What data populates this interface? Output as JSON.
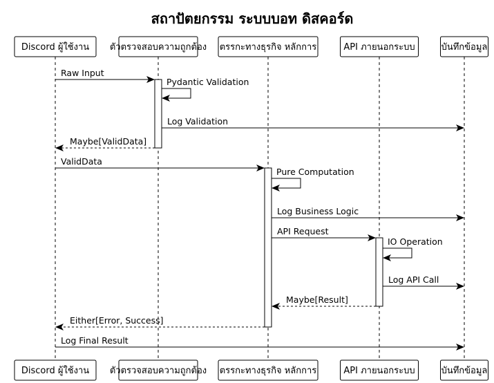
{
  "title": "สถาปัตยกรรม ระบบบอท ดิสคอร์ด",
  "participants": [
    {
      "id": "discord",
      "label": "Discord ผู้ใช้งาน"
    },
    {
      "id": "validator",
      "label": "ตัวตรวจสอบความถูกต้อง"
    },
    {
      "id": "logic",
      "label": "ตรรกะทางธุรกิจ หลักการ"
    },
    {
      "id": "api",
      "label": "API ภายนอกระบบ"
    },
    {
      "id": "logger",
      "label": "บันทึกข้อมูล"
    }
  ],
  "messages": [
    {
      "from": "discord",
      "to": "validator",
      "text": "Raw Input",
      "style": "solid"
    },
    {
      "from": "validator",
      "to": "validator",
      "text": "Pydantic Validation",
      "style": "self"
    },
    {
      "from": "validator",
      "to": "logger",
      "text": "Log Validation",
      "style": "solid"
    },
    {
      "from": "validator",
      "to": "discord",
      "text": "Maybe[ValidData]",
      "style": "dashed"
    },
    {
      "from": "discord",
      "to": "logic",
      "text": "ValidData",
      "style": "solid"
    },
    {
      "from": "logic",
      "to": "logic",
      "text": "Pure Computation",
      "style": "self"
    },
    {
      "from": "logic",
      "to": "logger",
      "text": "Log Business Logic",
      "style": "solid"
    },
    {
      "from": "logic",
      "to": "api",
      "text": "API Request",
      "style": "solid"
    },
    {
      "from": "api",
      "to": "api",
      "text": "IO Operation",
      "style": "self"
    },
    {
      "from": "api",
      "to": "logger",
      "text": "Log API Call",
      "style": "solid"
    },
    {
      "from": "api",
      "to": "logic",
      "text": "Maybe[Result]",
      "style": "dashed"
    },
    {
      "from": "logic",
      "to": "discord",
      "text": "Either[Error, Success]",
      "style": "dashed"
    },
    {
      "from": "discord",
      "to": "logger",
      "text": "Log Final Result",
      "style": "solid"
    }
  ]
}
